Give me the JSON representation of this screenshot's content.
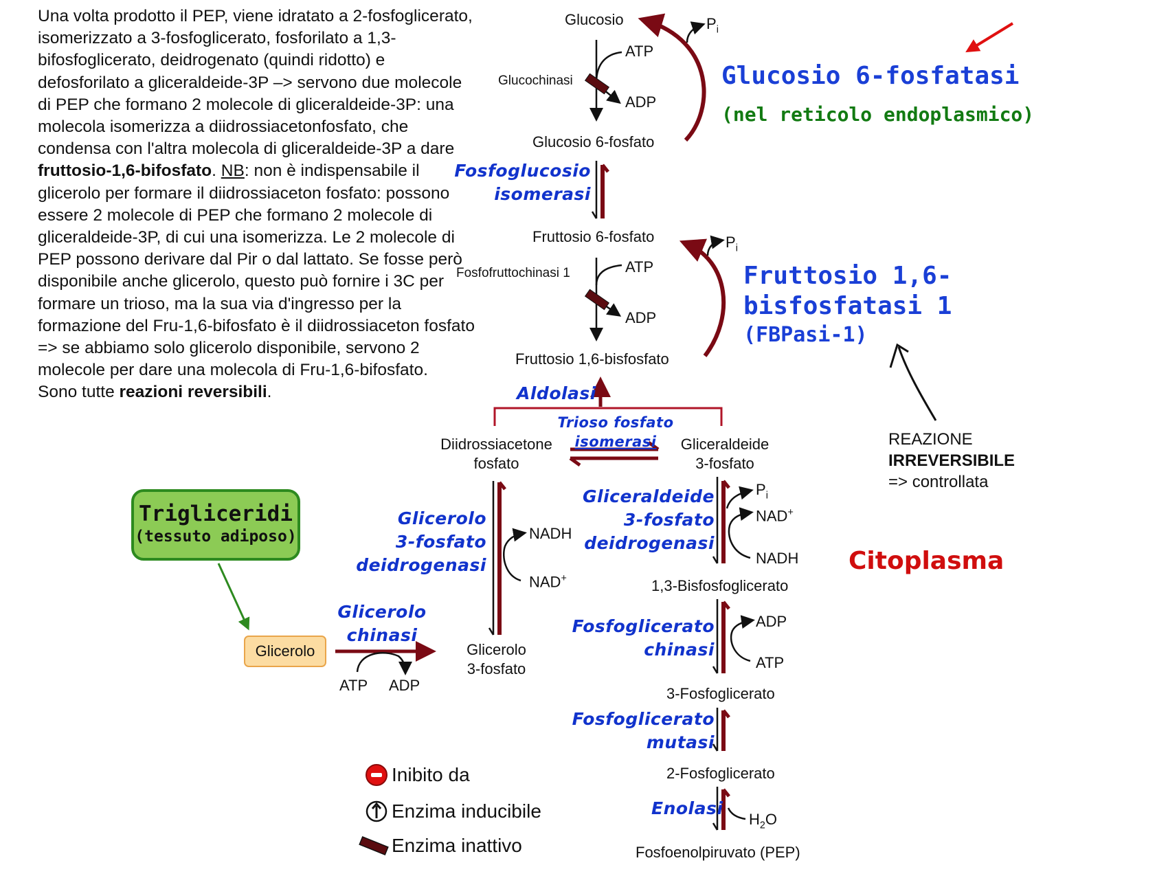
{
  "paragraph": {
    "part1": "Una volta prodotto il PEP, viene idratato a 2-fosfoglicerato, isomerizzato a 3-fosfoglicerato, fosforilato a 1,3-bifosfoglicerato, deidrogenato (quindi ridotto) e defosforilato a gliceraldeide-3P –> servono due molecole di PEP che formano 2 molecole di gliceraldeide-3P: una molecola isomerizza a diidrossiacetonfosfato, che condensa con l'altra molecola di gliceraldeide-3P a dare ",
    "bold1": "fruttosio-1,6-bifosfato",
    "part2": ". ",
    "nb": "NB",
    "part3": ": non è indispensabile il glicerolo per formare il diidrossiaceton fosfato: possono essere 2 molecole di PEP che formano 2 molecole di gliceraldeide-3P, di cui una isomerizza. Le 2 molecole di PEP possono derivare dal Pir o dal lattato. Se fosse però disponibile anche glicerolo, questo può fornire i 3C per formare un trioso, ma la sua via d'ingresso per la formazione del Fru-1,6-bifosfato è il diidrossiaceton fosfato => se abbiamo solo glicerolo disponibile, servono 2 molecole per dare una molecola di Fru-1,6-bifosfato.",
    "part4": "Sono tutte ",
    "bold2": "reazioni reversibili",
    "part5": "."
  },
  "molecules": {
    "glucosio": "Glucosio",
    "glucosio6p": "Glucosio 6-fosfato",
    "fruttosio6p": "Fruttosio 6-fosfato",
    "fruttosio16bp": "Fruttosio 1,6-bisfosfato",
    "dhap_line1": "Diidrossiacetone",
    "dhap_line2": "fosfato",
    "gap_line1": "Gliceraldeide",
    "gap_line2": "3-fosfato",
    "bpg13": "1,3-Bisfosfoglicerato",
    "pg3": "3-Fosfoglicerato",
    "pg2": "2-Fosfoglicerato",
    "pep": "Fosfoenolpiruvato (PEP)",
    "g3p_line1": "Glicerolo",
    "g3p_line2": "3-fosfato",
    "glicerolo": "Glicerolo"
  },
  "cofactors": {
    "pi": "P",
    "pi_sub": "i",
    "atp": "ATP",
    "adp": "ADP",
    "nadh": "NADH",
    "nad": "NAD",
    "nad_sup": "+",
    "h2o_h": "H",
    "h2o_2": "2",
    "h2o_o": "O"
  },
  "glycolysis_enzymes": {
    "glucochinasi": "Glucochinasi",
    "fosfofruttochinasi": "Fosfofruttochinasi 1"
  },
  "enzymes": {
    "fosfoglucosio_1": "Fosfoglucosio",
    "fosfoglucosio_2": "isomerasi",
    "aldolasi": "Aldolasi",
    "trioso_1": "Trioso fosfato",
    "trioso_2": "isomerasi",
    "g3pdh_1": "Gliceraldeide",
    "g3pdh_2": "3-fosfato",
    "g3pdh_3": "deidrogenasi",
    "glicerolo3pdh_1": "Glicerolo",
    "glicerolo3pdh_2": "3-fosfato",
    "glicerolo3pdh_3": "deidrogenasi",
    "glicerolochinasi_1": "Glicerolo",
    "glicerolochinasi_2": "chinasi",
    "pgk_1": "Fosfoglicerato",
    "pgk_2": "chinasi",
    "pgm_1": "Fosfoglicerato",
    "pgm_2": "mutasi",
    "enolasi": "Enolasi"
  },
  "annotations": {
    "g6pasi": "Glucosio 6-fosfatasi",
    "g6pasi_note": "(nel reticolo endoplasmico)",
    "fbpasi_1": "Fruttosio 1,6-",
    "fbpasi_2": "bisfosfatasi 1",
    "fbpasi_3": "(FBPasi-1)",
    "irreversibile_1": "REAZIONE",
    "irreversibile_2": "IRREVERSIBILE",
    "irreversibile_3": "=> controllata",
    "citoplasma": "Citoplasma",
    "trigliceridi_1": "Trigliceridi",
    "trigliceridi_2": "(tessuto adiposo)"
  },
  "legend": {
    "inibito": "Inibito da",
    "inducibile": "Enzima inducibile",
    "inattivo": "Enzima inattivo"
  },
  "colors": {
    "gluconeogenesis_arrow": "#7a0a14",
    "enzyme_label": "#1133cc",
    "note_green": "#127a12",
    "citoplasma_red": "#d00e0e",
    "pointer_red": "#e01010"
  }
}
